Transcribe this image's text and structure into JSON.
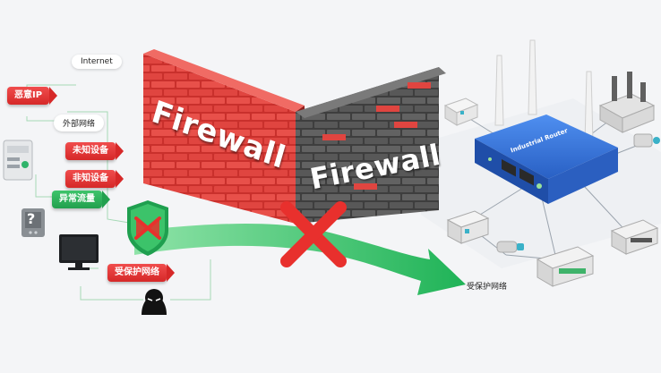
{
  "labels": {
    "internet": "Internet",
    "external_network": "外部网络",
    "malicious_ip": "恶意IP",
    "unknown_device_1": "未知设备",
    "unknown_device_2": "非知设备",
    "abnormal_traffic": "异常流量",
    "protected_network_pill": "受保护网络",
    "protected_network_arrow": "受保护网络"
  },
  "wall": {
    "left_text": "Firewall",
    "right_text": "Firewall"
  },
  "router": {
    "label": "Industrial Router",
    "body_color": "#2f6fd8"
  },
  "icons": {
    "question": "?",
    "shield": "shield-icon",
    "blocked": "red-x-icon"
  },
  "colors": {
    "brick_red": "#e0433d",
    "brick_dark": "#5b5b5b",
    "arrow_green": "#34c86a",
    "danger_red": "#e8302d"
  }
}
